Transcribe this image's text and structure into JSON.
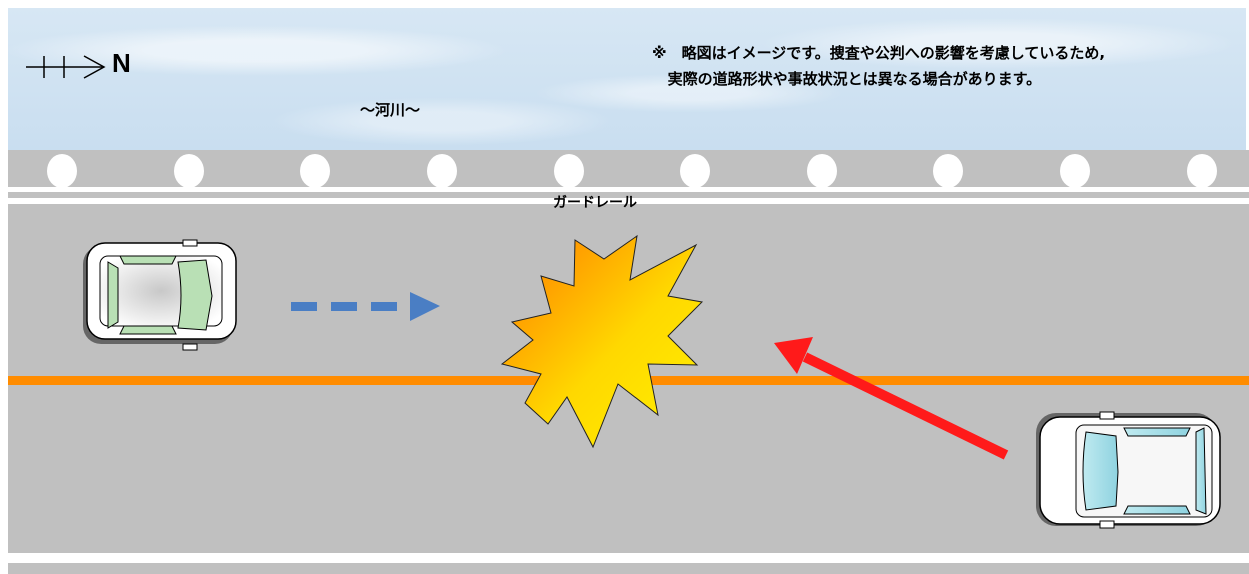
{
  "note": {
    "line1": "※　略図はイメージです。捜査や公判への影響を考慮しているため,",
    "line2": "実際の道路形状や事故状況とは異なる場合があります。"
  },
  "river_label": "～河川～",
  "guardrail_label": "ガードレール",
  "north_label": "N",
  "colors": {
    "river": "#cfe2f2",
    "road": "#c0c0c0",
    "center_line": "#ff8c00",
    "arrow_vehicle_1": "#4a7ec4",
    "arrow_vehicle_2": "#ff1a1a",
    "collision_outer": "#ffee00",
    "collision_inner": "#ff9a00"
  },
  "icons": {
    "compass": "north-arrow-icon",
    "vehicle_1": "car-icon",
    "vehicle_2": "car-icon",
    "collision": "collision-burst-icon"
  }
}
